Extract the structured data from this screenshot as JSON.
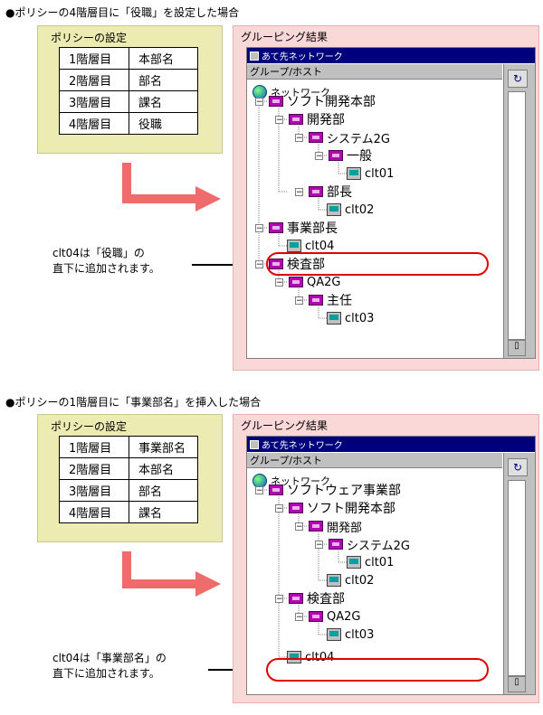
{
  "scenarios": [
    {
      "title": "●ポリシーの4階層目に「役職」を設定した場合",
      "policy_label": "ポリシーの設定",
      "policy_rows": [
        {
          "level": "1階層目",
          "value": "本部名"
        },
        {
          "level": "2階層目",
          "value": "部名"
        },
        {
          "level": "3階層目",
          "value": "課名"
        },
        {
          "level": "4階層目",
          "value": "役職"
        }
      ],
      "result_label": "グルーピング結果",
      "window_title": "あて先ネットワーク",
      "column_header": "グループ/ホスト",
      "note_lines": [
        "clt04は「役職」の",
        "直下に追加されます。"
      ],
      "tree": [
        {
          "label": "ネットワーク"
        },
        {
          "label": "ソフト開発本部"
        },
        {
          "label": "開発部"
        },
        {
          "label": "システム2G"
        },
        {
          "label": "一般"
        },
        {
          "label": "clt01"
        },
        {
          "label": "部長"
        },
        {
          "label": "clt02"
        },
        {
          "label": "事業部長"
        },
        {
          "label": "clt04"
        },
        {
          "label": "検査部"
        },
        {
          "label": "QA2G"
        },
        {
          "label": "主任"
        },
        {
          "label": "clt03"
        }
      ]
    },
    {
      "title": "●ポリシーの1階層目に「事業部名」を挿入した場合",
      "policy_label": "ポリシーの設定",
      "policy_rows": [
        {
          "level": "1階層目",
          "value": "事業部名"
        },
        {
          "level": "2階層目",
          "value": "本部名"
        },
        {
          "level": "3階層目",
          "value": "部名"
        },
        {
          "level": "4階層目",
          "value": "課名"
        }
      ],
      "result_label": "グルーピング結果",
      "window_title": "あて先ネットワーク",
      "column_header": "グループ/ホスト",
      "note_lines": [
        "clt04は「事業部名」の",
        "直下に追加されます。"
      ],
      "tree": [
        {
          "label": "ネットワーク"
        },
        {
          "label": "ソフトウェア事業部"
        },
        {
          "label": "ソフト開発本部"
        },
        {
          "label": "開発部"
        },
        {
          "label": "システム2G"
        },
        {
          "label": "clt01"
        },
        {
          "label": "clt02"
        },
        {
          "label": "検査部"
        },
        {
          "label": "QA2G"
        },
        {
          "label": "clt03"
        },
        {
          "label": "clt04"
        }
      ]
    }
  ]
}
